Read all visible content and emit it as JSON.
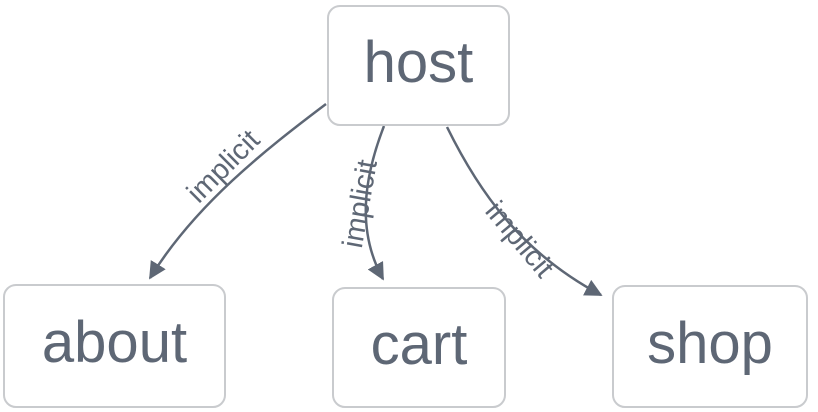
{
  "diagram": {
    "type": "flowchart",
    "nodes": [
      {
        "id": "host",
        "label": "host"
      },
      {
        "id": "about",
        "label": "about"
      },
      {
        "id": "cart",
        "label": "cart"
      },
      {
        "id": "shop",
        "label": "shop"
      }
    ],
    "edges": [
      {
        "from": "host",
        "to": "about",
        "label": "implicit",
        "arrow": true
      },
      {
        "from": "host",
        "to": "cart",
        "label": "implicit",
        "arrow": true
      },
      {
        "from": "host",
        "to": "shop",
        "label": "implicit",
        "arrow": true
      }
    ],
    "colors": {
      "background": "#ffffff",
      "node_fill": "#ffffff",
      "node_border": "#c9cbce",
      "node_text": "#5e6775",
      "edge": "#5e6775",
      "edge_label_text": "#5e6775"
    }
  }
}
